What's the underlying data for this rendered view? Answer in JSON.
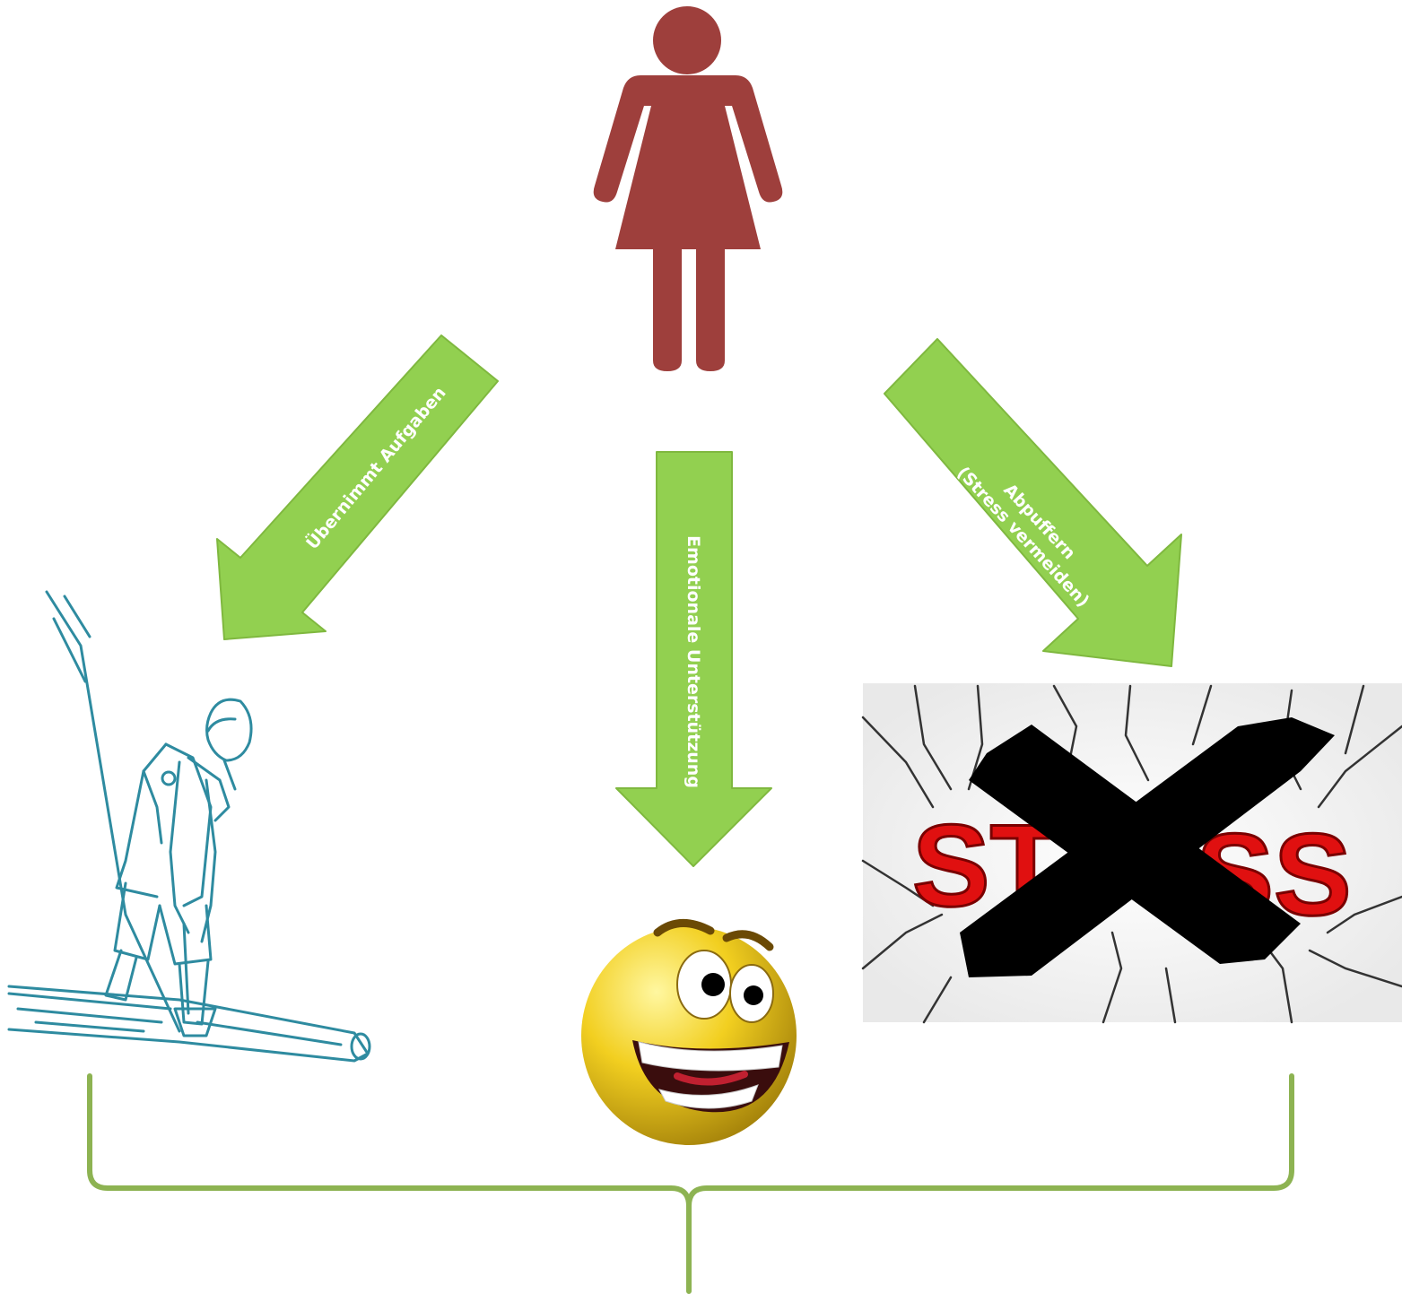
{
  "arrows": {
    "left": "Übernimmt Aufgaben",
    "center": "Emotionale Unterstützung",
    "right_line1": "Abpuffern",
    "right_line2": "(Stress vermeiden)"
  },
  "stress_image": {
    "visible_left": "ST",
    "visible_right": "SS"
  },
  "icons": {
    "person": "woman-figure-icon",
    "worker": "man-chopping-log-illustration",
    "smiley": "grinning-smiley-icon",
    "stress": "stress-crossed-out-icon"
  },
  "colors": {
    "arrow_fill": "#92D050",
    "arrow_stroke": "#7FB83F",
    "woman": "#9E3F3C",
    "brace": "#8DB352",
    "sketch": "#2E8BA0",
    "stress_red": "#E01010",
    "smiley_yellow": "#F2CF20"
  }
}
